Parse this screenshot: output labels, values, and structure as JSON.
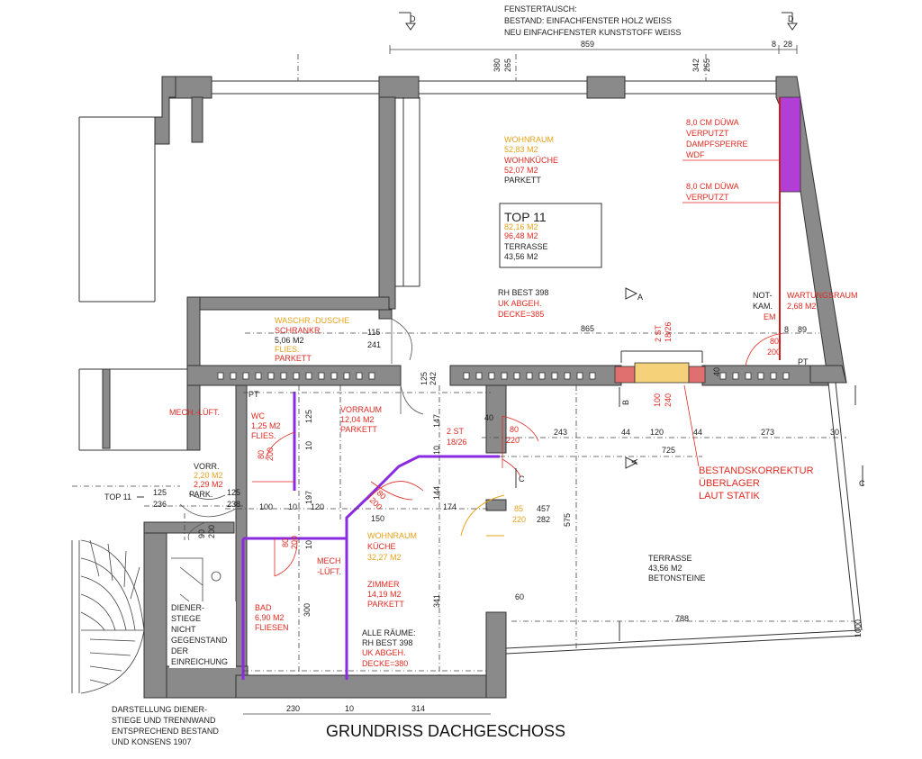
{
  "title": "GRUNDRISS DACHGESCHOSS",
  "notes": {
    "window_note": [
      "FENSTERTAUSCH:",
      "BESTAND: EINFACHFENSTER HOLZ WEISS",
      "NEU EINFACHFENSTER KUNSTSTOFF WEISS"
    ],
    "stair_note": [
      "DARSTELLUNG DIENER-",
      "STIEGE UND TRENNWAND",
      "ENTSPRECHEND BESTAND",
      "UND KONSENS 1907"
    ],
    "diener_stiege": [
      "DIENER-",
      "STIEGE",
      "NICHT",
      "GEGENSTAND",
      "DER",
      "EINREICHUNG"
    ],
    "alle_raeume": [
      "ALLE RÄUME:",
      "RH BEST 398"
    ],
    "alle_raeume_red": [
      "UK ABGEH.",
      "DECKE=380"
    ],
    "rh_best": "RH BEST 398",
    "rh_red": [
      "UK ABGEH.",
      "DECKE=385"
    ],
    "duewa1": [
      "8,0  CM DÜWA",
      "VERPUTZT",
      "DAMPFSPERRE",
      "WDF"
    ],
    "duewa2": [
      "8,0  CM DÜWA",
      "VERPUTZT"
    ],
    "bestand": [
      "BESTANDSKORREKTUR",
      "ÜBERLAGER",
      "LAUT STATIK"
    ],
    "top11_side": "TOP 11",
    "not_kam": [
      "NOT-",
      "KAM.",
      "EM"
    ],
    "mech_lueft1": "MECH.-LÜFT.",
    "mech_lueft2": [
      "MECH",
      "-LÜFT."
    ]
  },
  "top11": {
    "label": "TOP 11",
    "area1": "82,16 M2",
    "area2": "96,48 M2",
    "terrasse": "TERRASSE",
    "terrasse_area": "43,56 M2"
  },
  "rooms": {
    "wohnraum": {
      "orange": "WOHNRAUM",
      "orange_area": "52,83 M2",
      "red": "WOHNKÜCHE",
      "red_area": "52,07 M2",
      "floor": "PARKETT"
    },
    "waschr": {
      "orange": "WASCHR.-DUSCHE",
      "red": "SCHRANKR.",
      "area": "5,06 M2",
      "orange2": "FLIES.",
      "red2": "PARKETT"
    },
    "wartung": {
      "name": "WARTUNGSRAUM",
      "area": "2,68 M2"
    },
    "wc": {
      "name": "WC",
      "area": "1,25 M2",
      "floor": "FLIES."
    },
    "vorraum": {
      "name": "VORRAUM",
      "area": "12,04 M2",
      "floor": "PARKETT"
    },
    "vorr": {
      "name": "VORR.",
      "area1": "2,20 M2",
      "area2": "2,29 M2",
      "floor": "PARK."
    },
    "kueche": {
      "orange": "WOHNRAUM",
      "red": "KÜCHE",
      "area": "32,27 M2"
    },
    "zimmer": {
      "name": "ZIMMER",
      "area": "14,19 M2",
      "floor": "PARKETT"
    },
    "bad": {
      "name": "BAD",
      "area": "6,90 M2",
      "floor": "FLIESEN"
    },
    "terrasse": {
      "name": "TERRASSE",
      "area": "43,56 M2",
      "floor": "BETONSTEINE"
    }
  },
  "dims": {
    "d859": "859",
    "d8": "8",
    "d28": "28",
    "d380": "380",
    "d265a": "265",
    "d342": "342",
    "d265b": "265",
    "d115": "115",
    "d241": "241",
    "d865": "865",
    "d8b": "8",
    "d89": "89",
    "d125a": "125",
    "d242": "242",
    "d40": "40",
    "d147": "147",
    "d2st": "2 ST",
    "d1826": "18/26",
    "d2st2": "2 ST",
    "d1826b": "18/26",
    "d243": "243",
    "d44a": "44",
    "d120a": "120",
    "d44b": "44",
    "d273": "273",
    "d30": "30",
    "d725": "725",
    "d125b": "125",
    "d10a": "10",
    "d10b": "10",
    "d197": "197",
    "d125c": "125",
    "d236": "236",
    "d125d": "125",
    "d238": "238",
    "d100": "100",
    "d10c": "10",
    "d120b": "120",
    "d150": "150",
    "d174": "174",
    "d144": "144",
    "d457": "457",
    "d282": "282",
    "d575": "575",
    "d60": "60",
    "d788": "788",
    "d1000": "1000",
    "d300": "300",
    "d341": "341",
    "d230": "230",
    "d10d": "10",
    "d314": "314",
    "d90": "90",
    "d200a": "200",
    "door80_200": [
      "80",
      "200"
    ],
    "door80_220": [
      "80",
      "220"
    ],
    "door85_220": [
      "85",
      "220"
    ],
    "door100_240": [
      "100",
      "240"
    ],
    "d40b": "40"
  },
  "section_marks": [
    "D",
    "D",
    "A",
    "A",
    "B",
    "B",
    "C",
    "C"
  ],
  "pt": [
    "PT",
    "PT"
  ],
  "colors": {
    "wall": "#8a8a8a",
    "red": "#e02a22",
    "orange": "#e6a21c",
    "purple": "#8a2be2",
    "magenta": "#b13fd6"
  }
}
